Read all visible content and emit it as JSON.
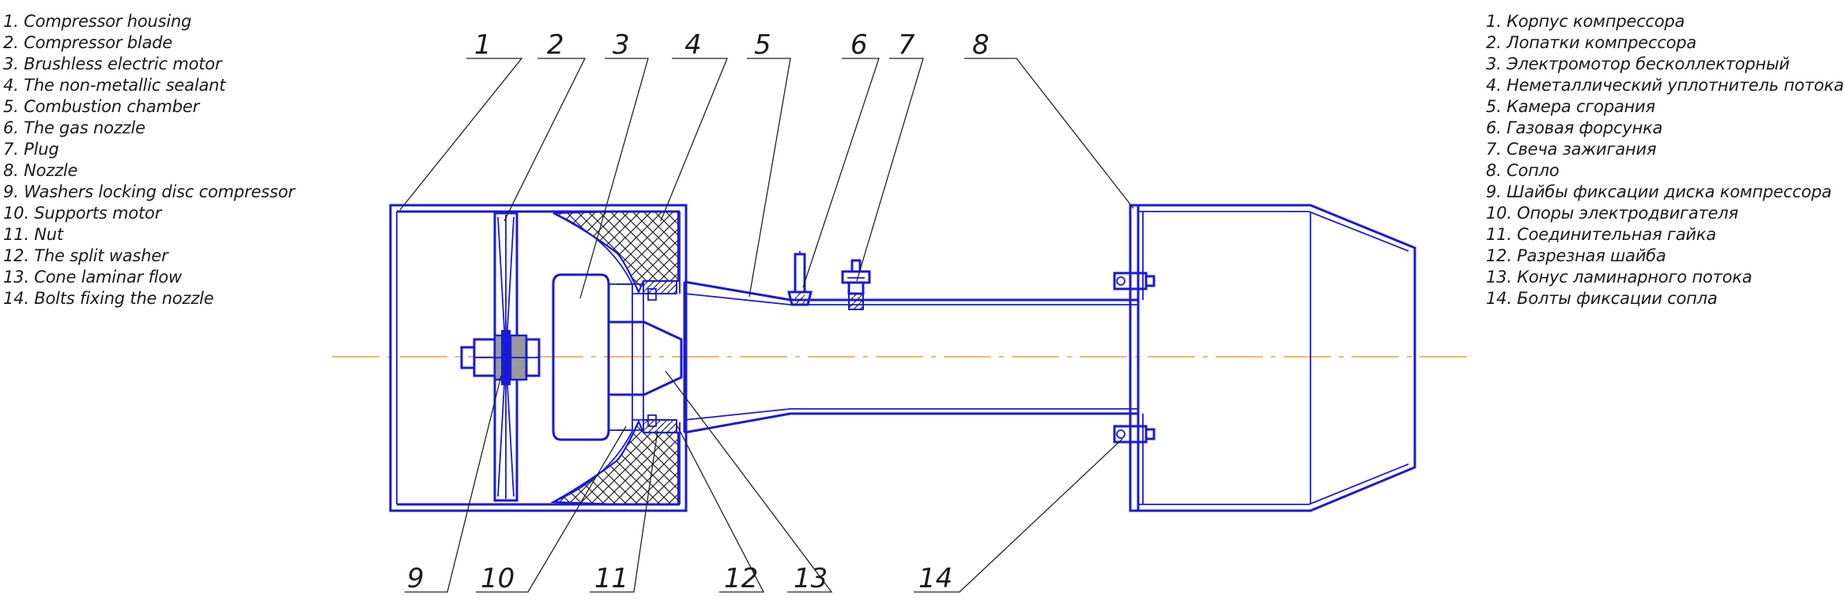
{
  "legend_en": [
    "1. Compressor housing",
    "2. Compressor blade",
    "3. Brushless electric motor",
    "4. The non-metallic sealant",
    "5. Combustion chamber",
    "6. The gas nozzle",
    "7. Plug",
    "8. Nozzle",
    "9. Washers locking disc compressor",
    "10. Supports motor",
    "11. Nut",
    "12. The split washer",
    "13. Cone laminar flow",
    "14. Bolts fixing the nozzle"
  ],
  "legend_ru": [
    "1. Корпус компрессора",
    "2. Лопатки компрессора",
    "3. Электромотор бесколлекторный",
    "4. Неметаллический уплотнитель потока",
    "5. Камера сгорания",
    "6. Газовая форсунка",
    "7. Свеча зажигания",
    "8. Сопло",
    "9. Шайбы фиксации диска компрессора",
    "10. Опоры электродвигателя",
    "11. Соединительная гайка",
    "12. Разрезная шайба",
    "13. Конус ламинарного потока",
    "14. Болты фиксации сопла"
  ],
  "callouts_top": [
    "1",
    "2",
    "3",
    "4",
    "5",
    "6",
    "7",
    "8"
  ],
  "callouts_bottom": [
    "9",
    "10",
    "11",
    "12",
    "13",
    "14"
  ],
  "colors": {
    "outline": "#1a1ad6",
    "centerline": "#f0a040",
    "hatch": "#222222",
    "text": "#1a1a1a"
  }
}
